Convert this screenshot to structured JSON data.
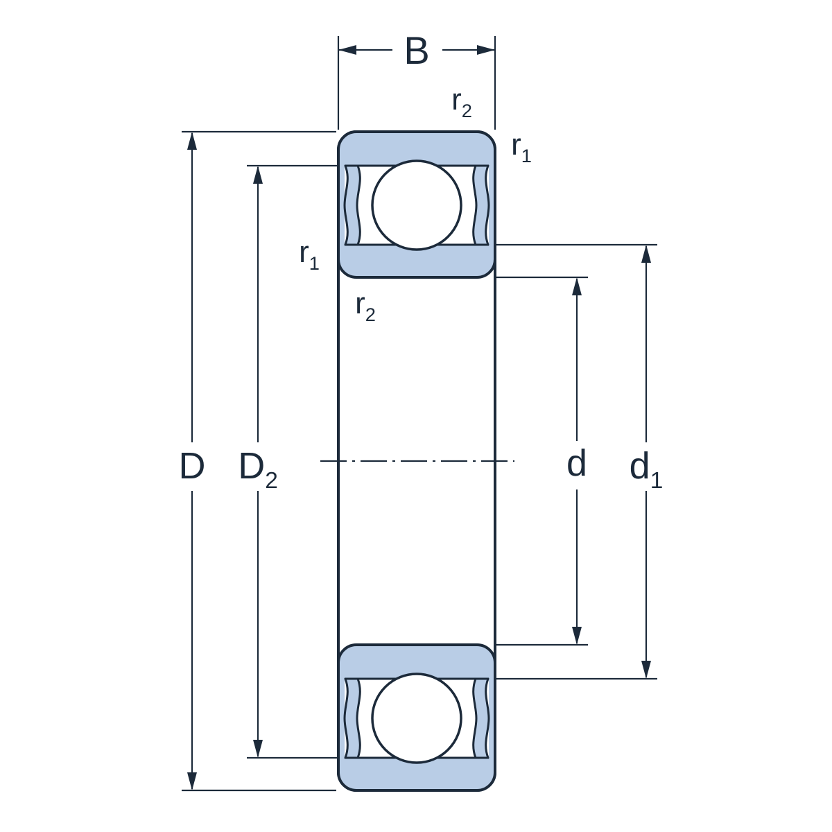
{
  "labels": {
    "B": {
      "base": "B",
      "sub": ""
    },
    "D": {
      "base": "D",
      "sub": ""
    },
    "D2": {
      "base": "D",
      "sub": "2"
    },
    "d": {
      "base": "d",
      "sub": ""
    },
    "d1": {
      "base": "d",
      "sub": "1"
    },
    "r1_top": {
      "base": "r",
      "sub": "1"
    },
    "r2_top": {
      "base": "r",
      "sub": "2"
    },
    "r1_left": {
      "base": "r",
      "sub": "1"
    },
    "r2_left": {
      "base": "r",
      "sub": "2"
    }
  },
  "colors": {
    "line": "#1c2a3a",
    "fill": "#b9cde6",
    "background": "#ffffff"
  }
}
